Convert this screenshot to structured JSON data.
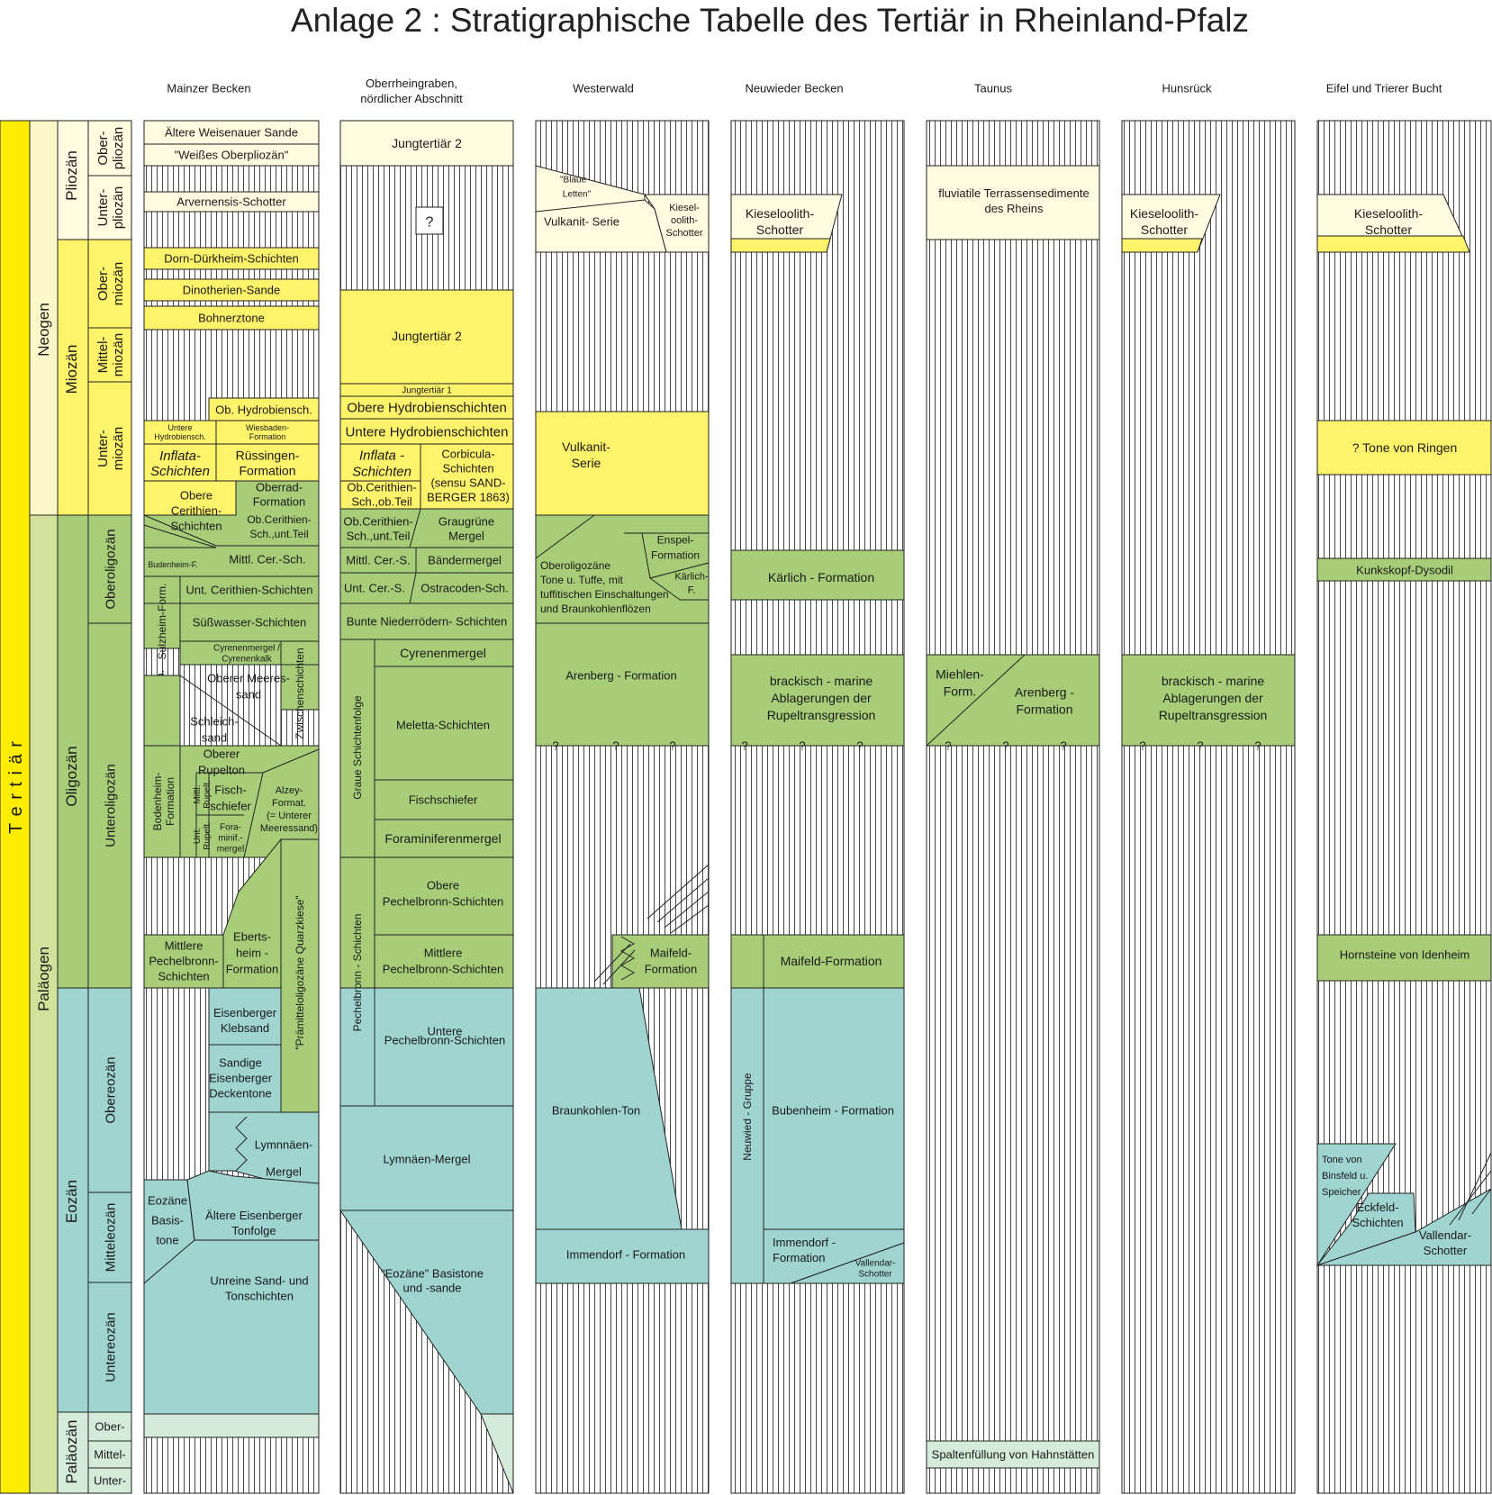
{
  "title": "Anlage 2 :  Stratigraphische Tabelle des Tertiär in Rheinland-Pfalz",
  "colors": {
    "tertiaer": "#ffed00",
    "neogen_sys": "#fbf7c7",
    "palaeogen_sys": "#d3e19a",
    "neogen_unit": "#fff36c",
    "pliozaen": "#fffbe0",
    "oligo": "#a8cd78",
    "eozaen": "#9fd4d0",
    "palaeozaen": "#d5ebd9",
    "hatch": "#333333",
    "line": "#222222"
  },
  "regions": [
    {
      "id": "mainz",
      "label": "Mainzer Becken"
    },
    {
      "id": "ober",
      "label": "Oberrheingraben,",
      "label2": "nördlicher Abschnitt"
    },
    {
      "id": "westerwald",
      "label": "Westerwald"
    },
    {
      "id": "neuwied",
      "label": "Neuwieder Becken"
    },
    {
      "id": "taunus",
      "label": "Taunus"
    },
    {
      "id": "hunsrueck",
      "label": "Hunsrück"
    },
    {
      "id": "eifel",
      "label": "Eifel und Trierer Bucht"
    }
  ],
  "stratigraphy": {
    "era": "T e r t i ä r",
    "systems": [
      "Neogen",
      "Paläogen"
    ],
    "series": [
      "Pliozän",
      "Miozän",
      "Oligozän",
      "Eozän",
      "Paläozän"
    ],
    "stages": [
      "Ober-pliozän",
      "Unter-pliozän",
      "Ober-miozän",
      "Mittel-miozän",
      "Unter-miozän",
      "Oberoligozän",
      "Unteroligozän",
      "Obereozän",
      "Mitteleozän",
      "Untereozän",
      "Ober-",
      "Mittel-",
      "Unter-"
    ]
  },
  "units": {
    "mainz": [
      "Ältere Weisenauer Sande",
      "\"Weißes Oberpliozän\"",
      "Arvernensis-Schotter",
      "Dorn-Dürkheim-Schichten",
      "Dinotherien-Sande",
      "Bohnerztone",
      "Ob. Hydrobiensch.",
      "Untere Hydrobiensch.",
      "Wiesbaden-Formation",
      "Inflata-Schichten",
      "Rüssingen-Formation",
      "Obere Cerithien-Schichten",
      "Oberrad-Formation",
      "Ob.Cerithien-Sch.,unt.Teil",
      "Budenheim-F.",
      "Mittl. Cer.-Sch.",
      "Sulzheim-Form.",
      "Unt. Cerithien-Schichten",
      "Süßwasser-Schichten",
      "Cyrenenmergel / Cyrenenkalk",
      "Stadecken-Form.",
      "Oberer Meeres-sand",
      "Zwischenschichten",
      "Schleich-sand",
      "Bodenheim-Formation",
      "Oberer Rupelton",
      "Mittl. Rupelt.",
      "Fisch-schiefer",
      "Alzey-Format. (= Unterer Meeressand)",
      "Unt. Rupelt.",
      "Fora-minif.-mergel",
      "Mittlere Pechelbronn-Schichten",
      "Eberts-heim - Formation",
      "\"Prämitteloligozäne Quarzkiese\"",
      "Eisenberger Klebsand",
      "Sandige Eisenberger Deckentone",
      "Lymnnäen-Mergel",
      "Eozäne Basis-tone",
      "Ältere Eisenberger Tonfolge",
      "Unreine Sand- und Tonschichten"
    ],
    "ober": [
      "Jungtertiär 2",
      "?",
      "Jungtertiär 2",
      "Jungtertiär 1",
      "Obere Hydrobienschichten",
      "Untere Hydrobienschichten",
      "Inflata - Schichten",
      "Corbicula-Schichten (sensu SANDBERGER 1863)",
      "Ob.Cerithien-Sch.,ob.Teil",
      "Ob.Cerithien-Sch.,unt.Teil",
      "Graugrüne Mergel",
      "Mittl. Cer.-S.",
      "Bändermergel",
      "Unt. Cer.-S.",
      "Ostracoden-Sch.",
      "Bunte Niederrödern- Schichten",
      "Graue Schichtenfolge",
      "Cyrenenmergel",
      "Meletta-Schichten",
      "Fischschiefer",
      "Foraminiferenmergel",
      "Pechelbronn - Schichten",
      "Obere Pechelbronn-Schichten",
      "Mittlere Pechelbronn-Schichten",
      "Untere Pechelbronn-Schichten",
      "Lymnäen-Mergel",
      "\"Eozäne\" Basistone",
      "und -sande"
    ],
    "westerwald": [
      "\"Blaue Letten\"",
      "Kiesel-oolith-Schotter",
      "Vulkanit- Serie",
      "Vulkanit-Serie",
      "Enspel-Formation",
      "Oberoligozäne Tone u. Tuffe, mit tuffitischen Einschaltungen und Braunkohlenflözen",
      "Kärlich-F.",
      "Arenberg - Formation",
      "Maifeld-Formation",
      "Braunkohlen-Ton",
      "Immendorf - Formation"
    ],
    "neuwied": [
      "Kieseloolith-Schotter",
      "Kärlich - Formation",
      "brackisch - marine Ablagerungen der Rupeltransgression",
      "Maifeld-Formation",
      "Neuwied - Gruppe",
      "Bubenheim - Formation",
      "Immendorf - Formation",
      "Vallendar-Schotter"
    ],
    "taunus": [
      "fluviatile Terrassensedimente des Rheins",
      "Miehlen-Form.",
      "Arenberg - Formation",
      "Spaltenfüllung von Hahnstätten"
    ],
    "hunsrueck": [
      "Kieseloolith-Schotter",
      "brackisch - marine Ablagerungen der Rupeltransgression"
    ],
    "eifel": [
      "Kieseloolith-Schotter",
      "? Tone von Ringen",
      "Kunkskopf-Dysodil",
      "Hornsteine von Idenheim",
      "Tone von Binsfeld u. Speicher",
      "Eckfeld-Schichten",
      "Vallendar-Schotter"
    ]
  },
  "question_mark": "?"
}
